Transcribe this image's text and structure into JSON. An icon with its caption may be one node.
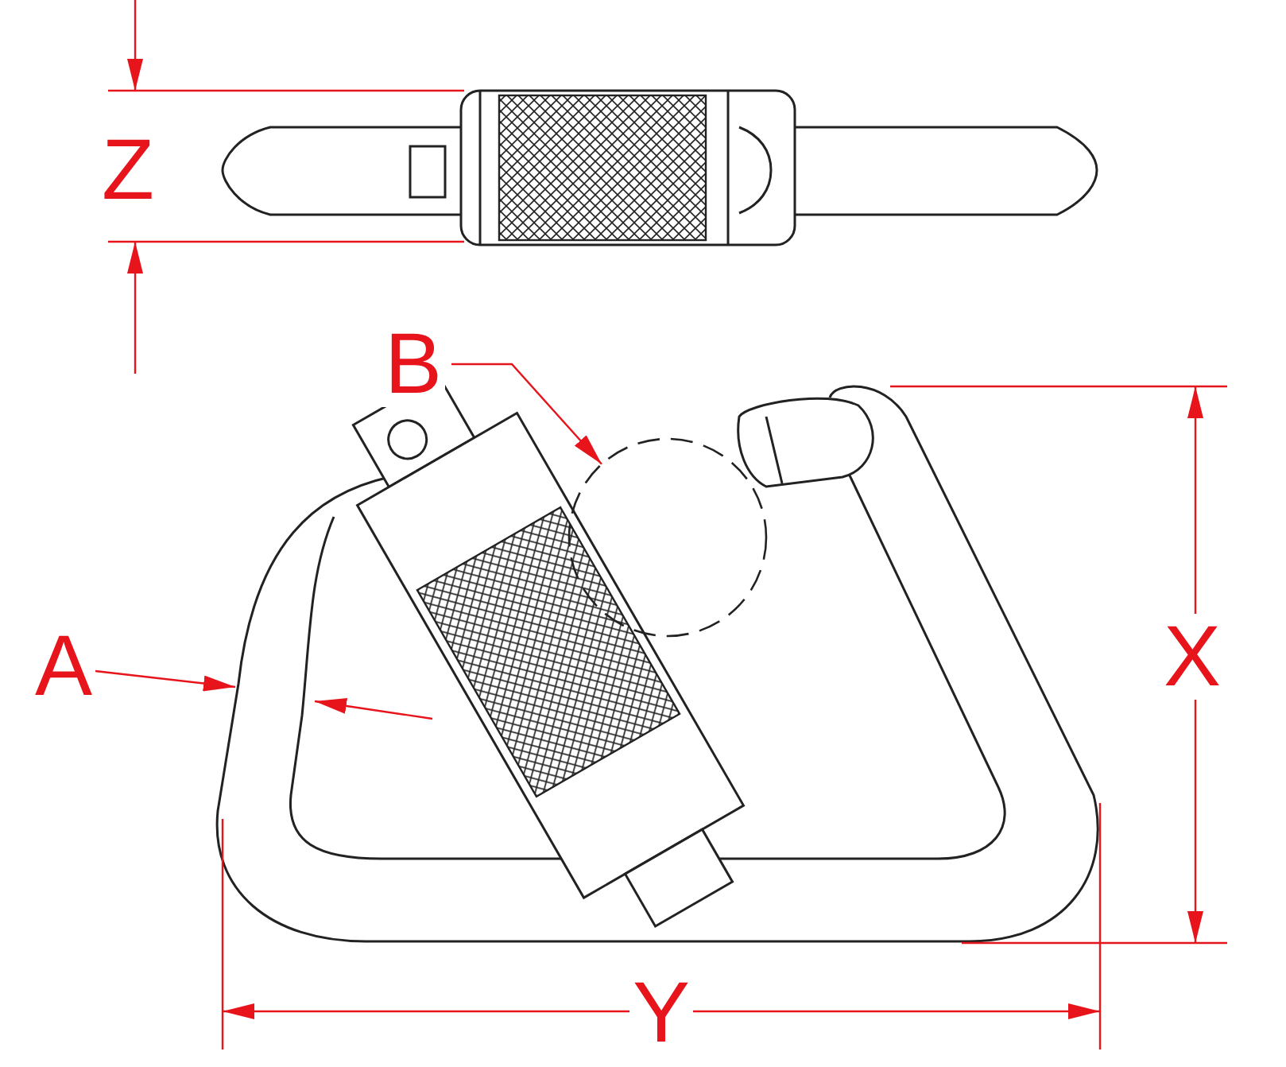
{
  "diagram": {
    "nodes": [
      {
        "text": [
          "B"
        ]
      },
      {
        "text": [],
        "shape": "circle"
      }
    ],
    "edges": [
      {
        "from": 0,
        "to": 1,
        "arrow": "to"
      }
    ],
    "labels": [
      "Z",
      "A",
      "X",
      "Y"
    ]
  }
}
